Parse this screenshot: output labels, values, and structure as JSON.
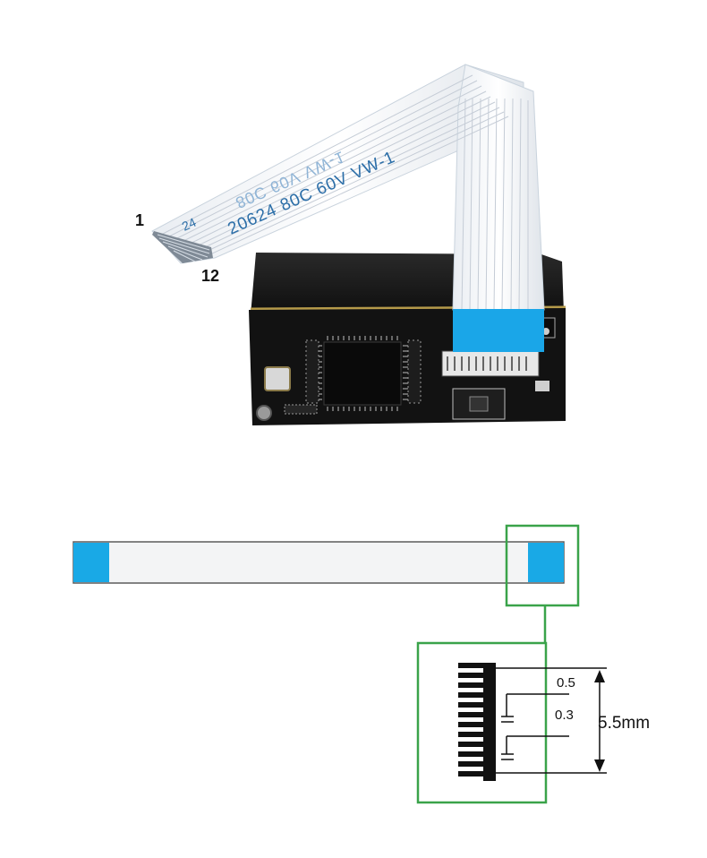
{
  "photo": {
    "pin_first": "1",
    "pin_last": "12",
    "cable_print_top": "80C 60V VW-1",
    "cable_print_main": "20624  80C  60V  VW-1",
    "cable_print_end": "24"
  },
  "diagram": {
    "pitch_label": "0.5",
    "trace_label": "0.3",
    "total_width_label": "5.5mm"
  },
  "colors": {
    "stiffener_blue": "#19a9e6",
    "cable_body": "#f3f4f5",
    "callout_green": "#3aa34a",
    "pcb_black": "#151515"
  }
}
